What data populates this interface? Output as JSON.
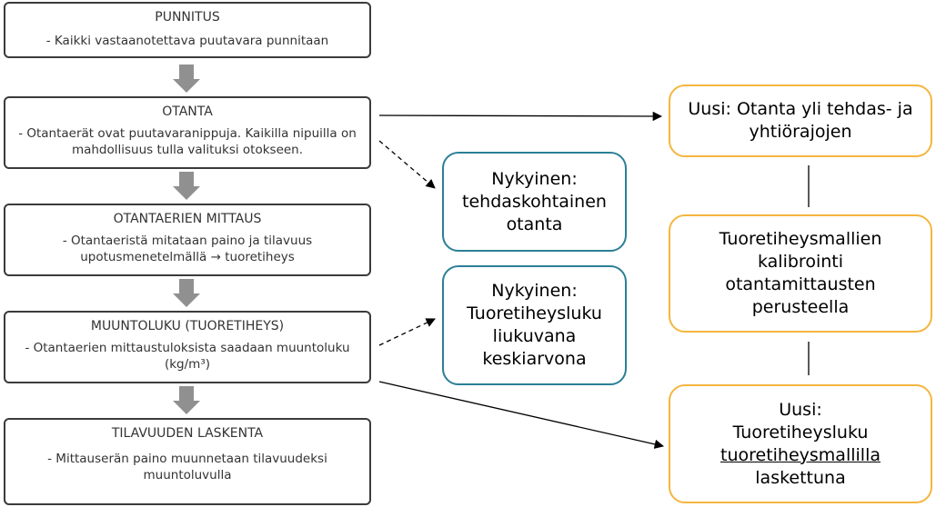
{
  "steps": [
    {
      "title": "PUNNITUS",
      "desc": "- Kaikki vastaanotettava puutavara punnitaan"
    },
    {
      "title": "OTANTA",
      "desc": "- Otantaerät ovat puutavaranippuja. Kaikilla nipuilla on mahdollisuus tulla valituksi otokseen."
    },
    {
      "title": "OTANTAERIEN MITTAUS",
      "desc": "- Otantaeristä mitataan paino ja tilavuus upotusmenetelmällä → tuoretiheys"
    },
    {
      "title": "MUUNTOLUKU (TUORETIHEYS)",
      "desc": "- Otantaerien mittaustuloksista saadaan muuntoluku (kg/m³)"
    },
    {
      "title": "TILAVUUDEN LASKENTA",
      "desc": "- Mittauserän paino muunnetaan tilavuudeksi muuntoluvulla"
    }
  ],
  "current": [
    {
      "text": "Nykyinen: tehdaskohtainen otanta"
    },
    {
      "text": "Nykyinen: Tuoretiheysluku liukuvana keskiarvona"
    }
  ],
  "new": [
    {
      "text": "Uusi: Otanta yli tehdas- ja yhtiörajojen"
    },
    {
      "text": "Tuoretiheysmallien kalibrointi otantamittausten perusteella"
    },
    {
      "line1": "Uusi:",
      "line2": "Tuoretiheysluku",
      "line3": "tuoretiheysmallilla",
      "line4": "laskettuna"
    }
  ],
  "colors": {
    "step_border": "#3b3b3b",
    "current_border": "#2c7f96",
    "new_border": "#f4b63f",
    "down_arrow": "#909090"
  }
}
